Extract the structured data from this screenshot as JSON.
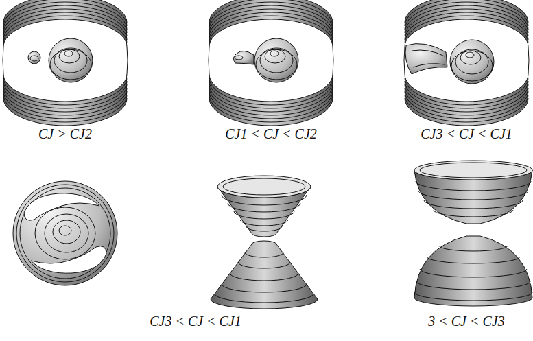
{
  "diagram": {
    "labels": [
      "CJ > CJ2",
      "CJ1 < CJ < CJ2",
      "CJ3 < CJ < CJ1",
      "CJ3 < CJ < CJ1",
      "3 < CJ < CJ3"
    ]
  }
}
